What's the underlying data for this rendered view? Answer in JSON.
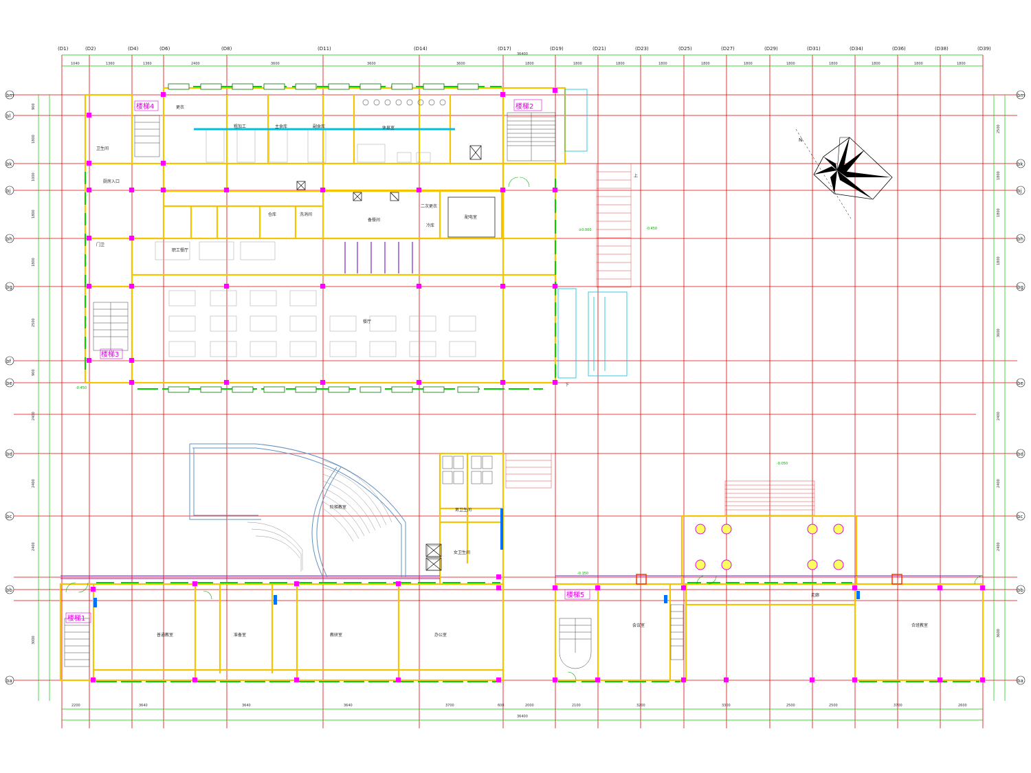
{
  "drawing": {
    "colors": {
      "grid": "#e00000",
      "dimension": "#00c800",
      "wall": "#f5c400",
      "column": "#ff00ff",
      "window": "#00d000",
      "pipe": "#00c0e0",
      "fixture": "#a0a0a0",
      "annotation_blue": "#0070ff",
      "text": "#222222"
    },
    "top_axes": [
      "(D1)",
      "(D2)",
      "(D4)",
      "(D6)",
      "(D8)",
      "(D11)",
      "(D14)",
      "(D17)",
      "(D19)",
      "(D21)",
      "(D23)",
      "(D25)",
      "(D27)",
      "(D29)",
      "(D31)",
      "(D34)",
      "(D36)",
      "(D38)",
      "(D39)"
    ],
    "row_axes": [
      "bm",
      "bl",
      "bk",
      "bj",
      "bh",
      "bg",
      "bf",
      "be",
      "bd",
      "bc",
      "bb",
      "ba"
    ],
    "top_dims": [
      "1040",
      "1360",
      "1360",
      "2400",
      "3600",
      "3600",
      "3600",
      "1800",
      "1800",
      "1800",
      "1800",
      "1800",
      "1800",
      "1800",
      "1800",
      "1800",
      "1800",
      "1800"
    ],
    "overall_top": "36400",
    "overall_bottom": "36400",
    "bottom_dims": [
      "2200",
      "3640",
      "3640",
      "3640",
      "3700",
      "600",
      "2000",
      "2100",
      "3200",
      "3300",
      "2500",
      "2500",
      "3700",
      "2600"
    ],
    "left_dims": [
      "900",
      "1800",
      "1000",
      "1800",
      "1800",
      "2500",
      "900",
      "2400",
      "2400",
      "2400",
      "3000"
    ],
    "right_dims": [
      "2500",
      "1800",
      "1800",
      "1800",
      "3600",
      "2400",
      "2400",
      "2400",
      "3600"
    ],
    "north": "N",
    "stairs": [
      "楼梯4",
      "楼梯3",
      "楼梯2",
      "楼梯1",
      "楼梯5"
    ],
    "rooms_upper": [
      "餐厅",
      "主食库",
      "副食库",
      "粗加工",
      "更衣",
      "仓库",
      "备餐间",
      "洗消间",
      "二次更衣",
      "冷库",
      "配电室",
      "职工餐厅",
      "厨房入口",
      "卫生间",
      "门卫",
      "休息室"
    ],
    "rooms_lower": [
      "普通教室",
      "阶梯教室",
      "男卫生间",
      "女卫生间",
      "准备室",
      "办公室",
      "教研室",
      "会议室",
      "走廊",
      "合班教室"
    ],
    "notes": [
      "-0.450",
      "±0.000",
      "-0.450",
      "-0.150",
      "-0.050",
      "上",
      "下"
    ]
  }
}
